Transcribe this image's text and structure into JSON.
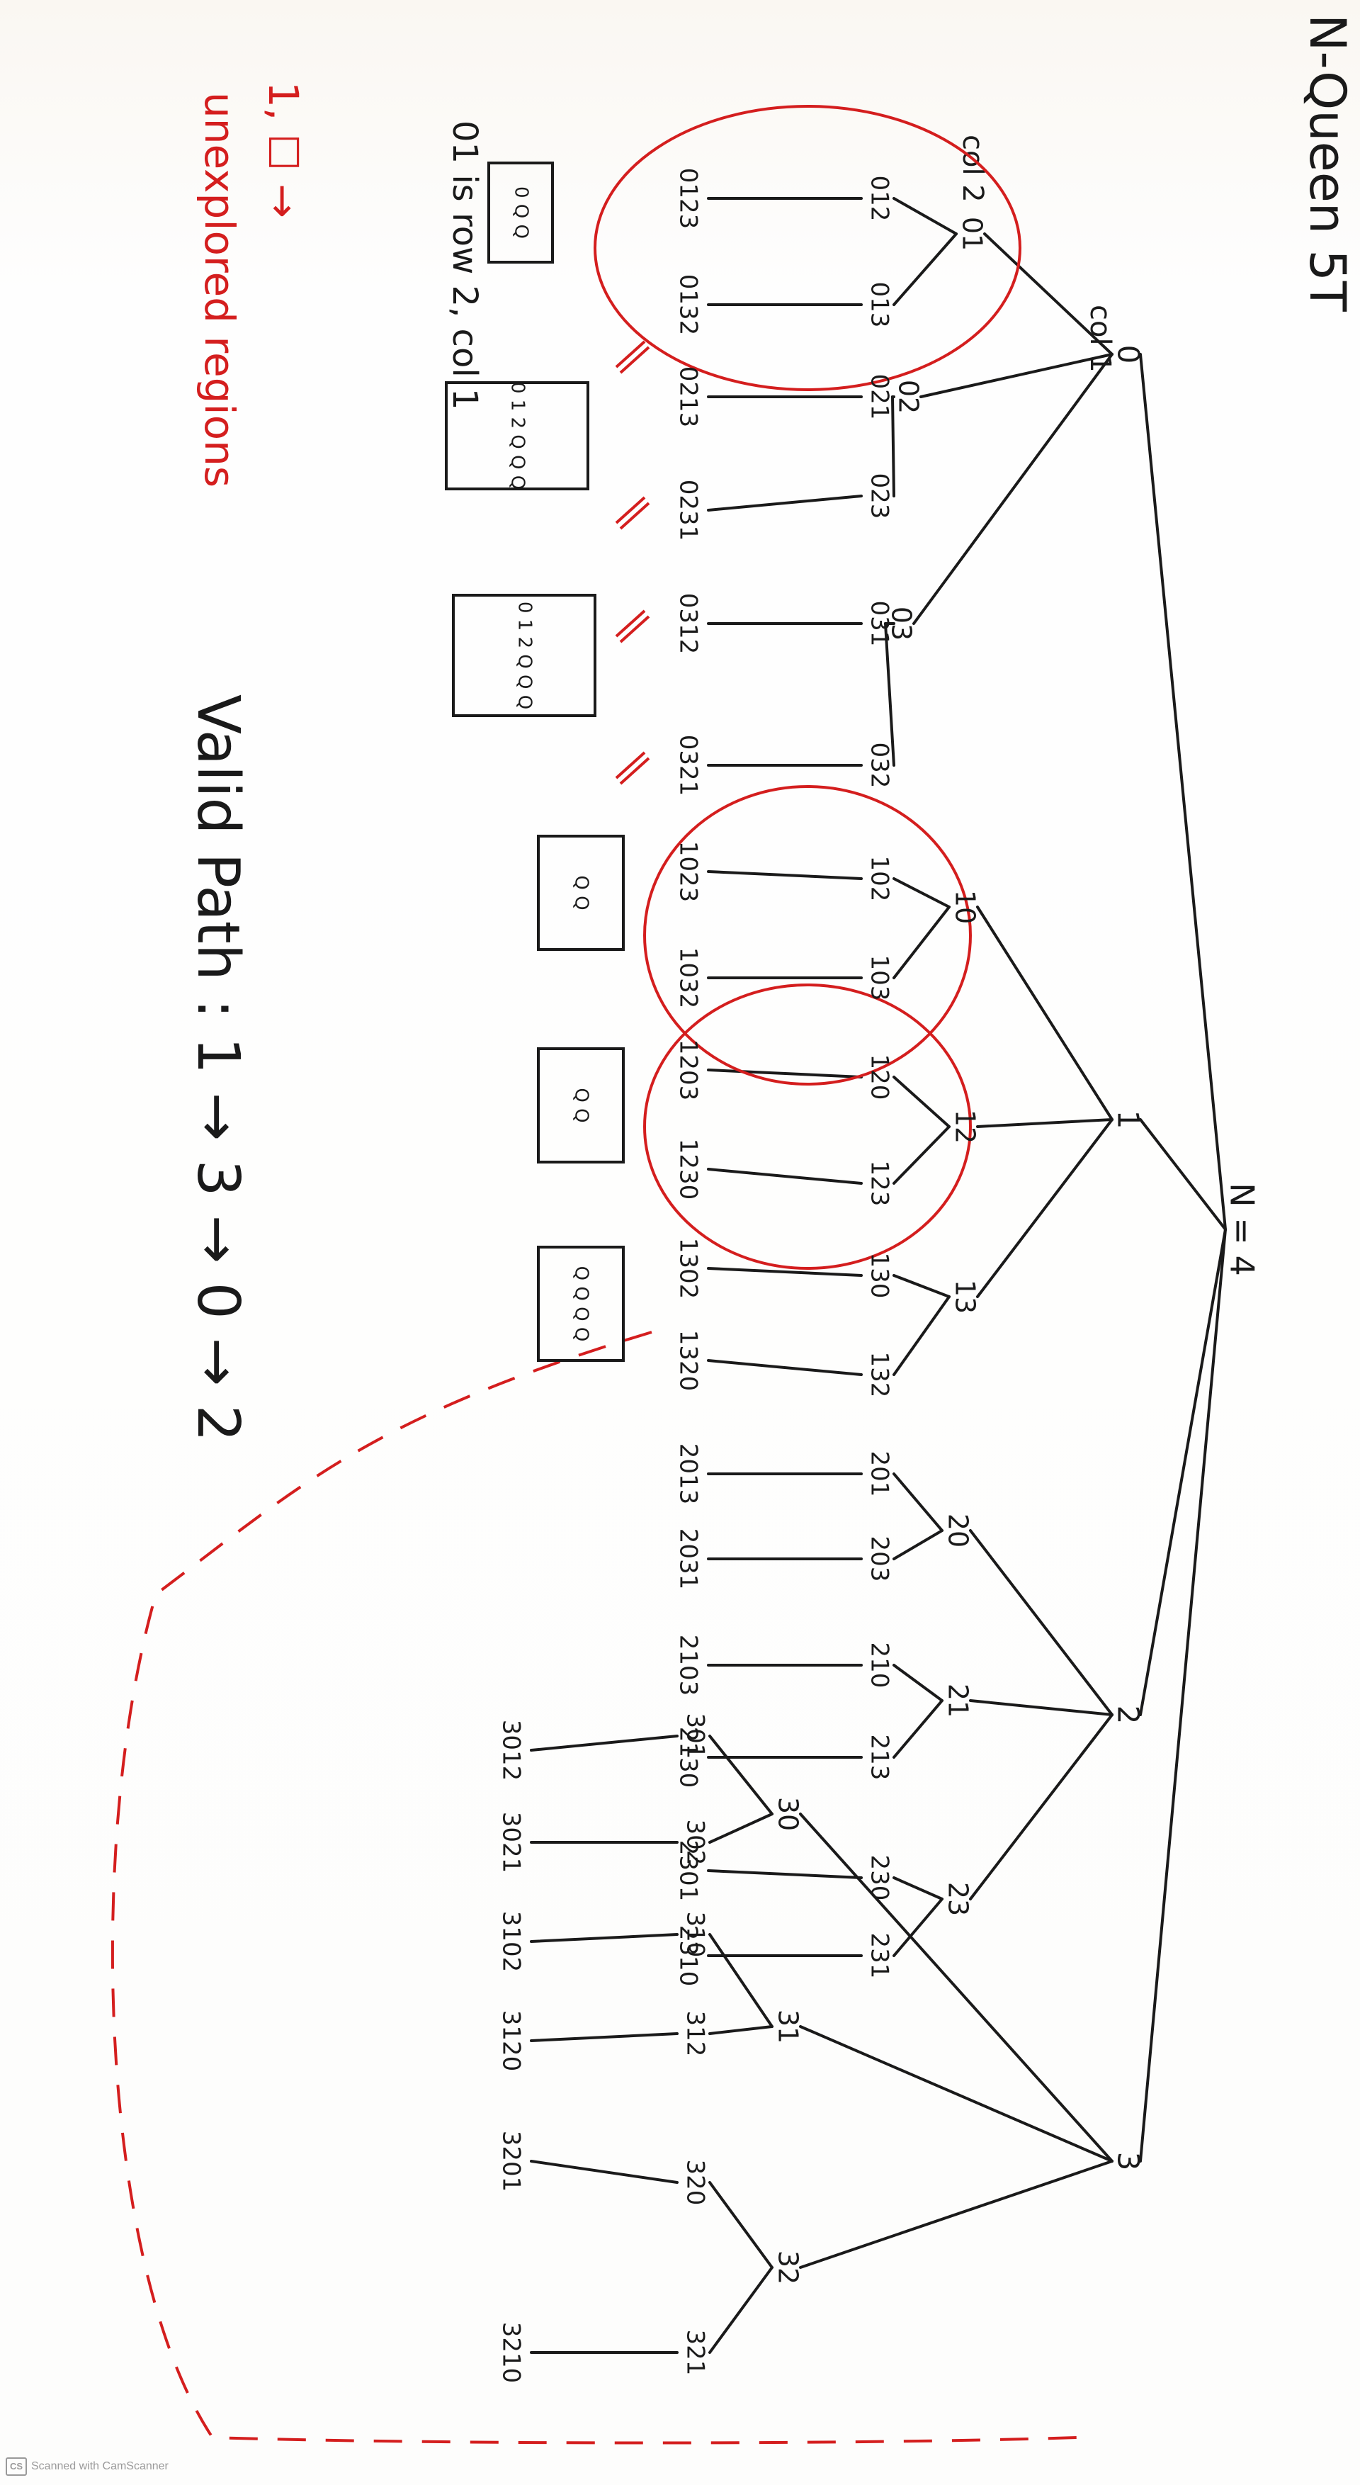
{
  "heading": "N-Queen 5T",
  "n_label": "N = 4",
  "col1_label": "col 1",
  "col2_label": "col 2",
  "valid_path": "Valid Path :  1 → 3 → 0 → 2",
  "note_queen": "01 is row 2, col 1",
  "note_red_1": "1, ☐ →",
  "note_red_2": "unexplored regions",
  "footer_text": "Scanned with CamScanner",
  "footer_logo": "CS",
  "colors": {
    "ink": "#1a1a1a",
    "red": "#d41e1e",
    "pale": "#faf7f2"
  },
  "tree": {
    "root": "N = 4",
    "level1": [
      "0",
      "1",
      "2",
      "3"
    ],
    "level2": [
      "01",
      "02",
      "03",
      "10",
      "12",
      "13",
      "20",
      "21",
      "23",
      "30",
      "31",
      "32"
    ],
    "level3": [
      "012",
      "013",
      "021",
      "023",
      "031",
      "032",
      "102",
      "103",
      "120",
      "123",
      "130",
      "132",
      "201",
      "203",
      "210",
      "213",
      "230",
      "231",
      "301",
      "302",
      "310",
      "312",
      "320",
      "321"
    ],
    "level4": [
      "0123",
      "0132",
      "0213",
      "0231",
      "0312",
      "0321",
      "1023",
      "1032",
      "1203",
      "1230",
      "1302",
      "1320",
      "2013",
      "2031",
      "2103",
      "2130",
      "2301",
      "2310",
      "3012",
      "3021",
      "3102",
      "3120",
      "3201",
      "3210"
    ]
  },
  "boards": [
    {
      "name": "board-01",
      "cells": "0 Q Q"
    },
    {
      "name": "board-02",
      "cells": "0 1 2 Q Q Q"
    },
    {
      "name": "board-03",
      "cells": "0 1 2 Q Q Q"
    },
    {
      "name": "board-10",
      "cells": "Q Q"
    },
    {
      "name": "board-12",
      "cells": "Q Q"
    },
    {
      "name": "board-13",
      "cells": "Q Q Q Q"
    }
  ]
}
